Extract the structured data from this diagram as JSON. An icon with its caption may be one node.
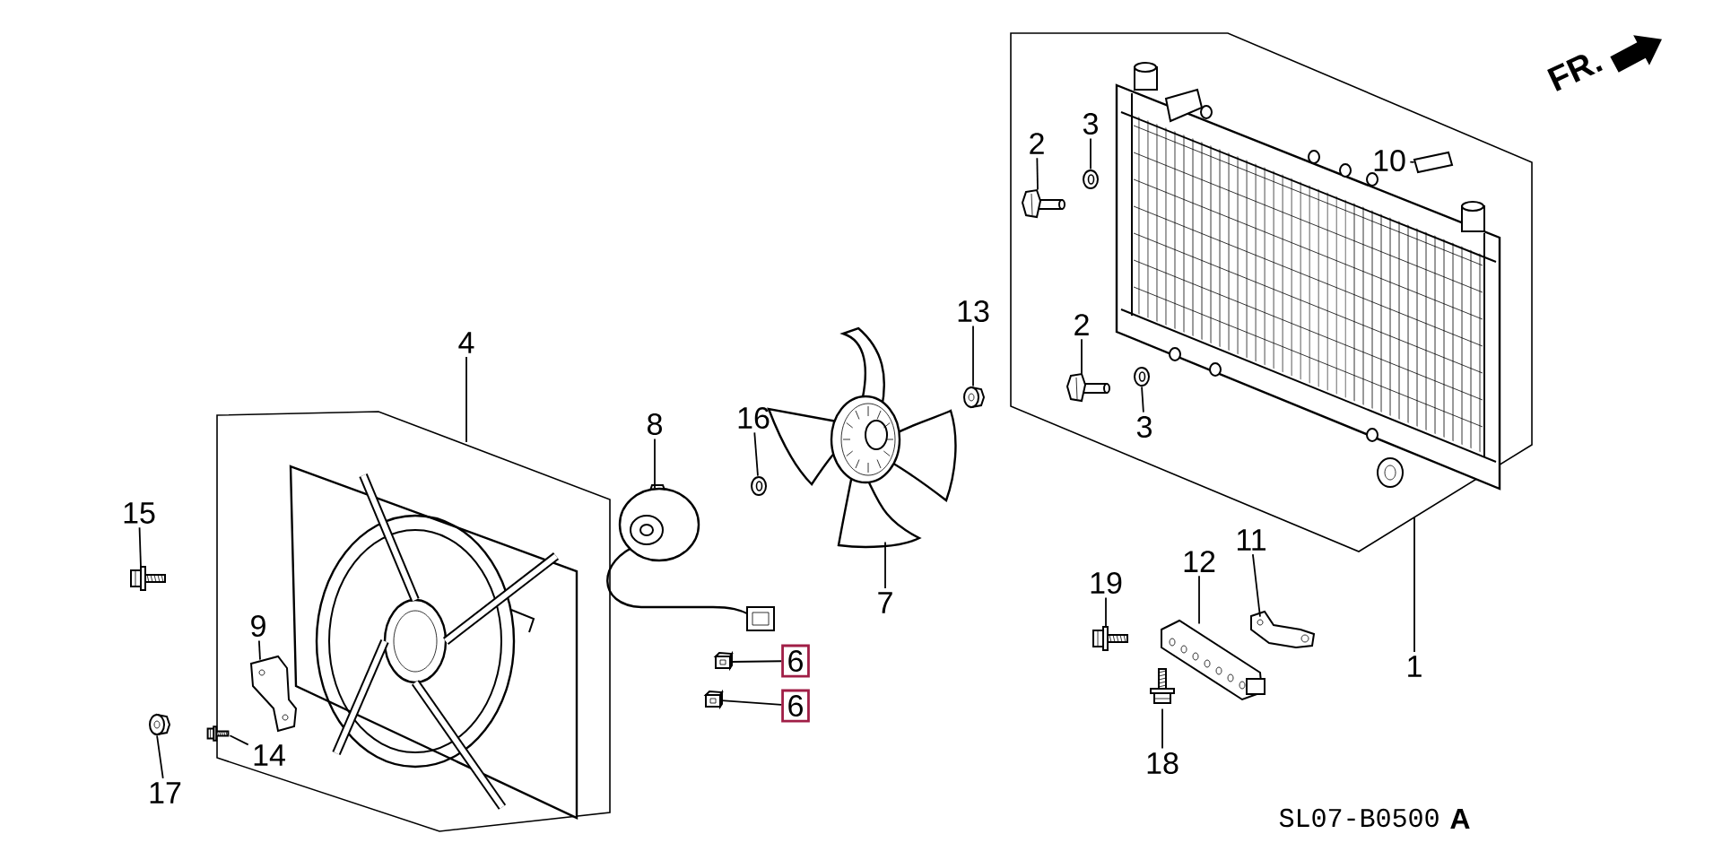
{
  "diagram": {
    "nodes": [
      {
        "text": [
          "4"
        ]
      },
      {
        "text": [
          "8"
        ]
      },
      {
        "text": [],
        "shape": "picture"
      },
      {
        "text": [
          "16"
        ]
      },
      {
        "text": [],
        "shape": "picture"
      },
      {
        "text": [
          "7"
        ]
      },
      {
        "text": [],
        "shape": "picture"
      },
      {
        "text": [
          "13"
        ]
      },
      {
        "text": [],
        "shape": "picture"
      },
      {
        "text": [
          "2"
        ]
      },
      {
        "text": [],
        "shape": "picture"
      },
      {
        "text": [
          "3"
        ]
      },
      {
        "text": [],
        "shape": "picture"
      },
      {
        "text": [
          "10"
        ]
      },
      {
        "text": [],
        "shape": "picture"
      },
      {
        "text": [
          "2"
        ]
      },
      {
        "text": [],
        "shape": "picture"
      },
      {
        "text": [
          "3"
        ]
      },
      {
        "text": [],
        "shape": "picture"
      },
      {
        "text": [
          "1"
        ]
      },
      {
        "text": [
          "15"
        ]
      },
      {
        "text": [],
        "shape": "picture"
      },
      {
        "text": [
          "9"
        ]
      },
      {
        "text": [],
        "shape": "picture"
      },
      {
        "text": [
          "14"
        ]
      },
      {
        "text": [],
        "shape": "picture"
      },
      {
        "text": [
          "17"
        ]
      },
      {
        "text": [],
        "shape": "picture"
      },
      {
        "text": [
          "6"
        ]
      },
      {
        "text": [],
        "shape": "picture"
      },
      {
        "text": [
          "6"
        ]
      },
      {
        "text": [],
        "shape": "picture"
      },
      {
        "text": [
          "19"
        ]
      },
      {
        "text": [],
        "shape": "picture"
      },
      {
        "text": [
          "12"
        ]
      },
      {
        "text": [],
        "shape": "picture"
      },
      {
        "text": [
          "11"
        ]
      },
      {
        "text": [],
        "shape": "picture"
      },
      {
        "text": [
          "18"
        ]
      },
      {
        "text": [],
        "shape": "picture"
      }
    ],
    "edges": [
      {
        "from": 0,
        "to": null,
        "arrow": "none"
      },
      {
        "from": 1,
        "to": 2,
        "arrow": "none"
      },
      {
        "from": 3,
        "to": 4,
        "arrow": "none"
      },
      {
        "from": 5,
        "to": 6,
        "arrow": "none"
      },
      {
        "from": 7,
        "to": 8,
        "arrow": "none"
      },
      {
        "from": 9,
        "to": 10,
        "arrow": "none"
      },
      {
        "from": 11,
        "to": 12,
        "arrow": "none"
      },
      {
        "from": 13,
        "to": 14,
        "arrow": "none"
      },
      {
        "from": 15,
        "to": 16,
        "arrow": "none"
      },
      {
        "from": 17,
        "to": 18,
        "arrow": "none"
      },
      {
        "from": 19,
        "to": null,
        "arrow": "none"
      },
      {
        "from": 20,
        "to": 21,
        "arrow": "none"
      },
      {
        "from": 22,
        "to": 23,
        "arrow": "none"
      },
      {
        "from": 24,
        "to": 25,
        "arrow": "none"
      },
      {
        "from": 26,
        "to": 27,
        "arrow": "none"
      },
      {
        "from": 28,
        "to": 29,
        "arrow": "none"
      },
      {
        "from": 30,
        "to": 31,
        "arrow": "none"
      },
      {
        "from": 32,
        "to": 33,
        "arrow": "none"
      },
      {
        "from": 34,
        "to": 35,
        "arrow": "none"
      },
      {
        "from": 36,
        "to": 37,
        "arrow": "none"
      },
      {
        "from": 38,
        "to": 39,
        "arrow": "none"
      }
    ],
    "labels": [
      "FR.",
      "SL07-B0500",
      "A"
    ]
  }
}
